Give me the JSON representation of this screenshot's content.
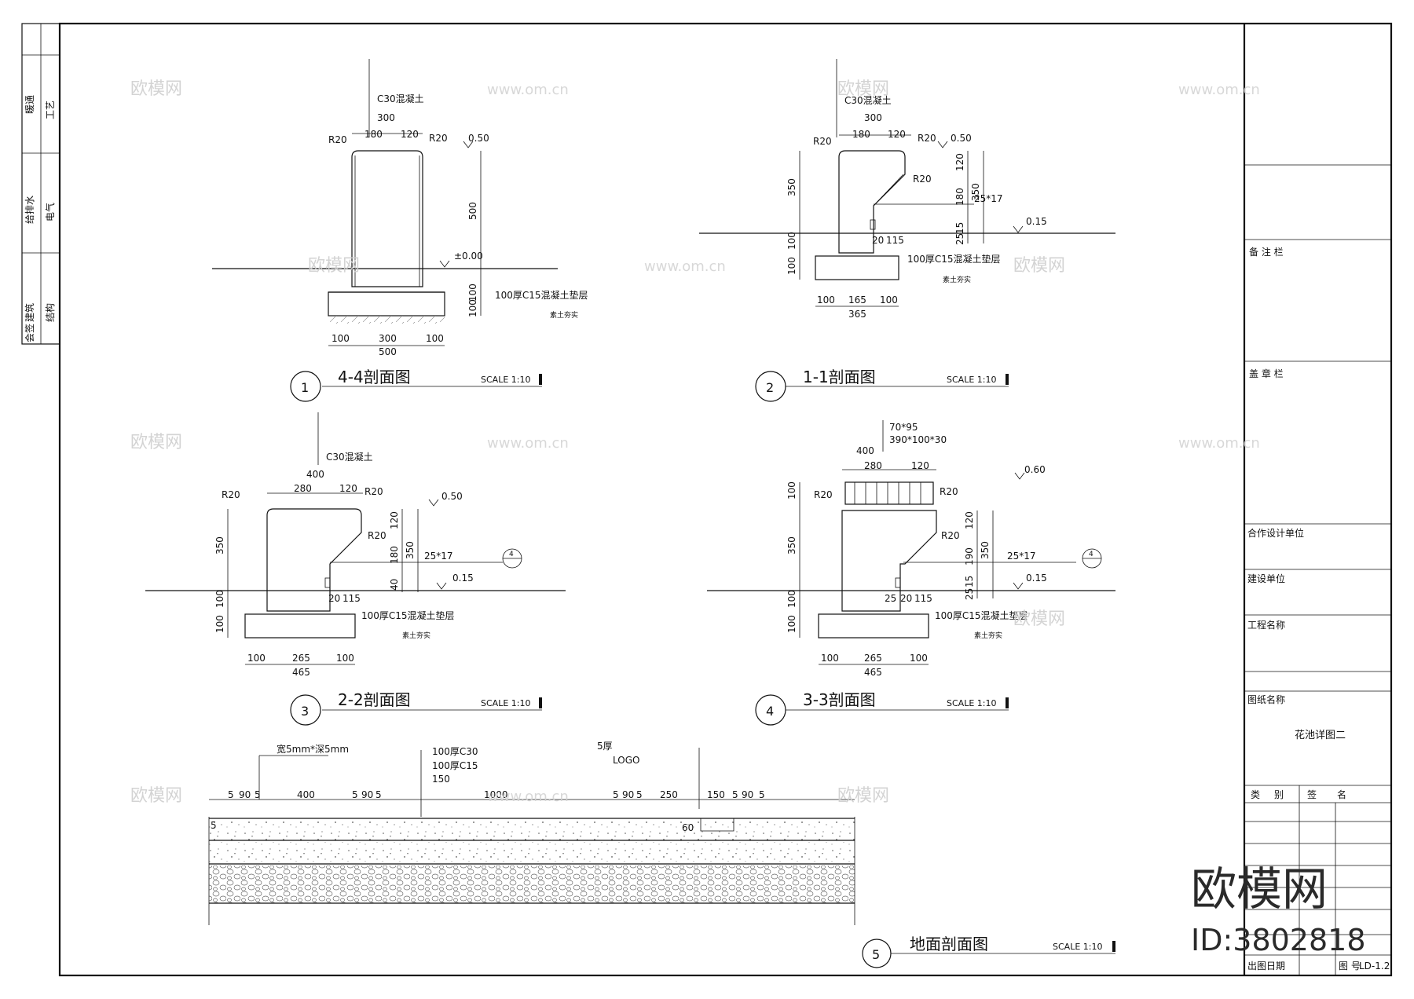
{
  "side_strip": {
    "labels": [
      "暖通",
      "工艺",
      "给排水",
      "电气",
      "建筑",
      "结构",
      "会签"
    ]
  },
  "sections": [
    {
      "num": "1",
      "title": "4-4剖面图",
      "scale": "SCALE  1:10",
      "notes": [
        "C30混凝土"
      ],
      "dims": {
        "top": "300",
        "top_a": "180",
        "top_b": "120",
        "r1": "R20",
        "r2": "R20",
        "elev_top": "0.50",
        "elev_ground": "±0.00",
        "h": "500",
        "base_h1": "100",
        "base_h2": "100",
        "base_note": "100厚C15混凝土垫层",
        "soil": "素土夯实",
        "b1": "100",
        "b2": "300",
        "b3": "100",
        "b_total": "500"
      }
    },
    {
      "num": "2",
      "title": "1-1剖面图",
      "scale": "SCALE  1:10",
      "notes": [
        "C30混凝土"
      ],
      "dims": {
        "top": "300",
        "top_a": "180",
        "top_b": "120",
        "r1": "R20",
        "r2": "R20",
        "r3": "R20",
        "elev_top": "0.50",
        "elev_low": "0.15",
        "h_left": "350",
        "h_left2": "100",
        "h_left3": "100",
        "h_r1": "120",
        "h_r2": "180",
        "h_r3": "15",
        "h_r4": "25",
        "h_total": "350",
        "drain": "25*17",
        "d_a": "20",
        "d_b": "115",
        "base_note": "100厚C15混凝土垫层",
        "soil": "素土夯实",
        "b1": "100",
        "b2": "165",
        "b3": "100",
        "b_total": "365"
      }
    },
    {
      "num": "3",
      "title": "2-2剖面图",
      "scale": "SCALE  1:10",
      "notes": [
        "C30混凝土"
      ],
      "dims": {
        "top": "400",
        "top_a": "280",
        "top_b": "120",
        "r1": "R20",
        "r2": "R20",
        "r3": "R20",
        "elev_top": "0.50",
        "elev_low": "0.15",
        "h_left": "350",
        "h_left2": "100",
        "h_left3": "100",
        "h_r1": "120",
        "h_r2": "180",
        "h_r3": "40",
        "h_total": "350",
        "drain": "25*17",
        "d_a": "20",
        "d_b": "115",
        "base_note": "100厚C15混凝土垫层",
        "soil": "素土夯实",
        "b1": "100",
        "b2": "265",
        "b3": "100",
        "b_total": "465",
        "ref": "4"
      }
    },
    {
      "num": "4",
      "title": "3-3剖面图",
      "scale": "SCALE  1:10",
      "notes": [
        "70*95",
        "390*100*30"
      ],
      "dims": {
        "top": "400",
        "top_a": "280",
        "top_b": "120",
        "r1": "R20",
        "r2": "R20",
        "r3": "R20",
        "elev_top": "0.60",
        "elev_low": "0.15",
        "h_left1": "100",
        "h_left": "350",
        "h_left2": "100",
        "h_left3": "100",
        "h_r1": "120",
        "h_r2": "190",
        "h_r3": "15",
        "h_r4": "25",
        "h_total": "350",
        "drain": "25*17",
        "d_a": "25",
        "d_b": "20",
        "d_c": "115",
        "base_note": "100厚C15混凝土垫层",
        "soil": "素土夯实",
        "b1": "100",
        "b2": "265",
        "b3": "100",
        "b_total": "465",
        "ref": "4"
      }
    },
    {
      "num": "5",
      "title": "地面剖面图",
      "scale": "SCALE  1:10",
      "notes": [
        "宽5mm*深5mm",
        "100厚C30",
        "100厚C15",
        "150",
        "5厚",
        "LOGO"
      ],
      "dims": {
        "s1": "5",
        "s2": "90",
        "s3": "5",
        "s4": "400",
        "s5": "5",
        "s6": "90",
        "s7": "5",
        "s8": "1000",
        "s9": "5",
        "s10": "90",
        "s11": "5",
        "s12": "250",
        "s13": "150",
        "s14": "5",
        "s15": "90",
        "s16": "5",
        "left5": "5",
        "d60": "60"
      }
    }
  ],
  "title_block": {
    "remarks": "备 注 栏",
    "seal": "盖 章 栏",
    "partner": "合作设计单位",
    "client": "建设单位",
    "project": "工程名称",
    "drawing_name_label": "图纸名称",
    "drawing_name": "花池详图二",
    "sign_cols": [
      "类",
      "别",
      "签",
      "名"
    ],
    "date_label": "出图日期",
    "sheet_label": "图 号",
    "sheet_no": "LD-1.2"
  },
  "watermark": {
    "brand": "欧模网",
    "id": "ID:3802818",
    "url": "www.om.cn"
  }
}
